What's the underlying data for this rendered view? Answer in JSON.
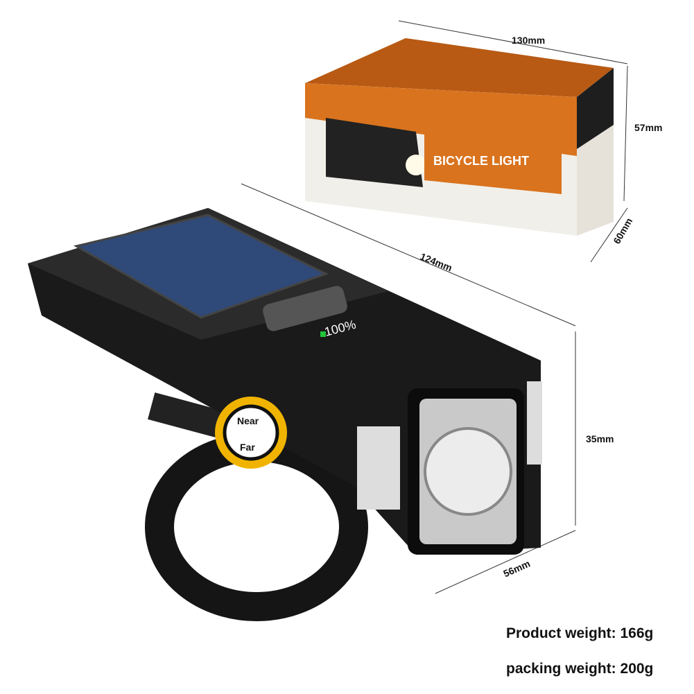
{
  "dimensions": {
    "box_length": "130mm",
    "box_height": "57mm",
    "box_depth": "60mm",
    "product_length": "124mm",
    "product_height": "35mm",
    "product_width": "56mm"
  },
  "product": {
    "battery_display": "100%",
    "knob_near": "Near",
    "knob_far": "Far",
    "box_text": "BICYCLE LIGHT"
  },
  "weights": {
    "product": "Product weight: 166g",
    "packing": "packing weight: 200g"
  },
  "colors": {
    "accent": "#f0b400",
    "box_orange": "#d9731e",
    "body": "#1a1a1a",
    "battery_green": "#22c43a"
  }
}
